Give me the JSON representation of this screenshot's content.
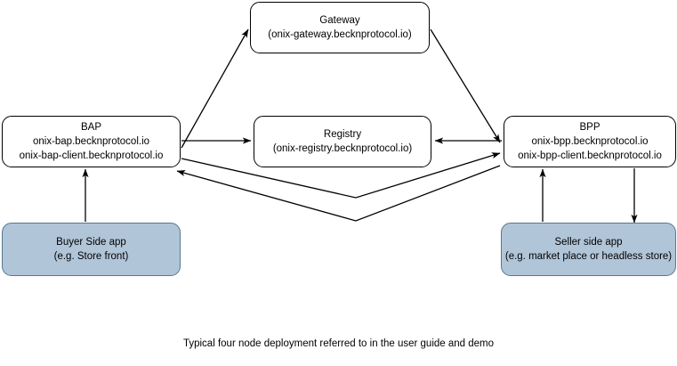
{
  "diagram": {
    "caption": "Typical four node deployment referred to in the user guide and demo",
    "colors": {
      "node_fill_plain": "#ffffff",
      "node_fill_app": "#b1c5d8",
      "node_stroke_plain": "#000000",
      "node_stroke_app": "#56788f",
      "connector": "#000000",
      "background": "#ffffff"
    },
    "nodes": {
      "gateway": {
        "title": "Gateway",
        "host": "(onix-gateway.becknprotocol.io)"
      },
      "bap": {
        "title": "BAP",
        "host": "onix-bap.becknprotocol.io",
        "host_client": "onix-bap-client.becknprotocol.io"
      },
      "registry": {
        "title": "Registry",
        "host": "(onix-registry.becknprotocol.io)"
      },
      "bpp": {
        "title": "BPP",
        "host": "onix-bpp.becknprotocol.io",
        "host_client": "onix-bpp-client.becknprotocol.io"
      },
      "buyer_app": {
        "title": "Buyer Side app",
        "subtitle": "(e.g. Store front)"
      },
      "seller_app": {
        "title": "Seller side app",
        "subtitle": "(e.g. market place or headless store)"
      }
    },
    "connectors": [
      {
        "name": "bap-to-gateway",
        "from": "bap",
        "to": "gateway",
        "style": "straight",
        "arrow": "end"
      },
      {
        "name": "gateway-to-bpp",
        "from": "gateway",
        "to": "bpp",
        "style": "straight",
        "arrow": "end"
      },
      {
        "name": "bap-to-registry",
        "from": "bap",
        "to": "registry",
        "style": "straight",
        "arrow": "end"
      },
      {
        "name": "bpp-to-registry",
        "from": "bpp",
        "to": "registry",
        "style": "straight",
        "arrow": "end"
      },
      {
        "name": "bap-to-bpp",
        "from": "bap",
        "to": "bpp",
        "style": "v-polyline",
        "arrow": "end"
      },
      {
        "name": "bpp-to-bap",
        "from": "bpp",
        "to": "bap",
        "style": "v-polyline",
        "arrow": "end"
      },
      {
        "name": "buyer-app-to-bap",
        "from": "buyer_app",
        "to": "bap",
        "style": "straight",
        "arrow": "end"
      },
      {
        "name": "seller-app-to-bpp",
        "from": "seller_app",
        "to": "bpp",
        "style": "straight",
        "arrow": "end"
      },
      {
        "name": "bpp-to-seller-app",
        "from": "bpp",
        "to": "seller_app",
        "style": "straight",
        "arrow": "end"
      }
    ]
  }
}
